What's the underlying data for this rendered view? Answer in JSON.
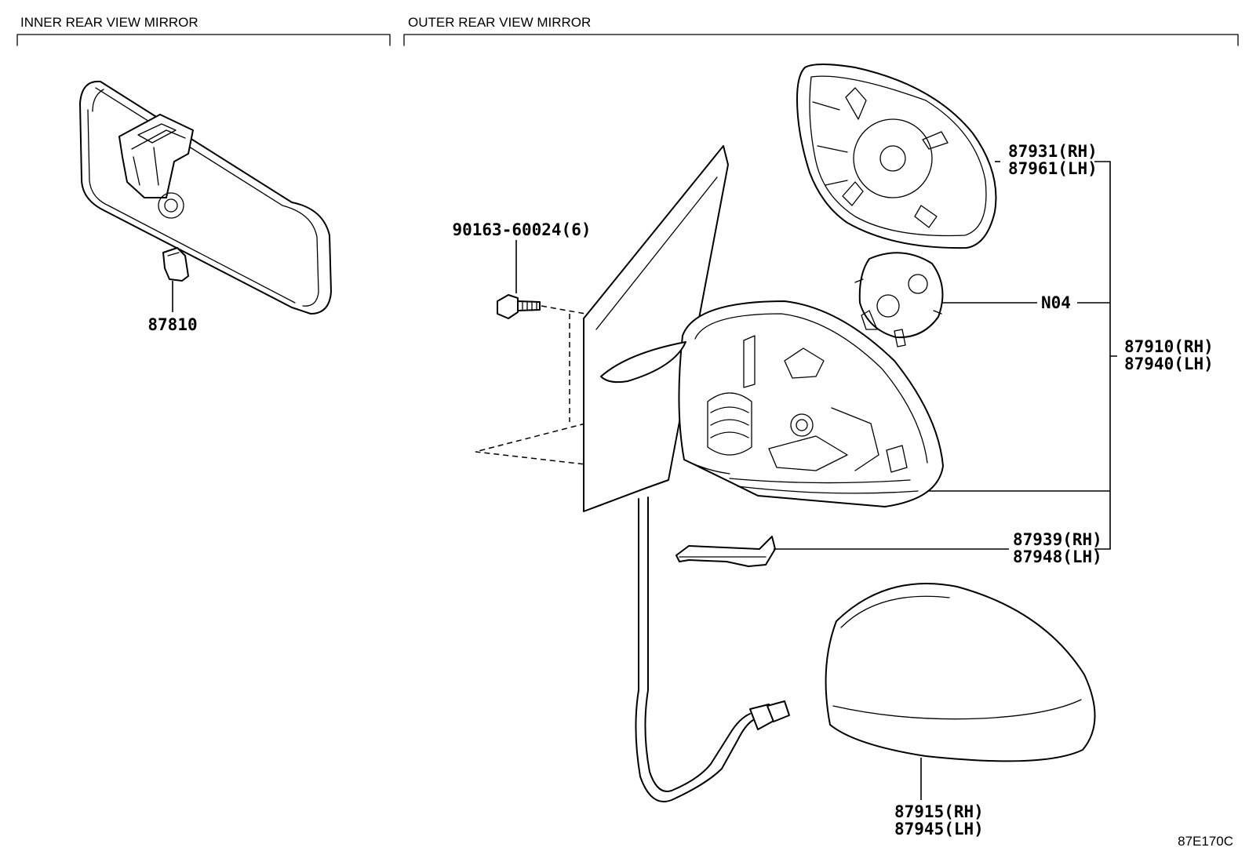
{
  "sections": {
    "inner": {
      "title": "INNER REAR VIEW MIRROR"
    },
    "outer": {
      "title": "OUTER REAR VIEW MIRROR"
    }
  },
  "parts": {
    "inner_mirror": {
      "number": "87810"
    },
    "bolt": {
      "number": "90163-60024(6)"
    },
    "mirror_glass": {
      "rh": "87931(RH)",
      "lh": "87961(LH)"
    },
    "actuator": {
      "number": "N04"
    },
    "mirror_assy": {
      "rh": "87910(RH)",
      "lh": "87940(LH)"
    },
    "bracket": {
      "rh": "87939(RH)",
      "lh": "87948(LH)"
    },
    "cover": {
      "rh": "87915(RH)",
      "lh": "87945(LH)"
    }
  },
  "diagram_code": "87E170C"
}
